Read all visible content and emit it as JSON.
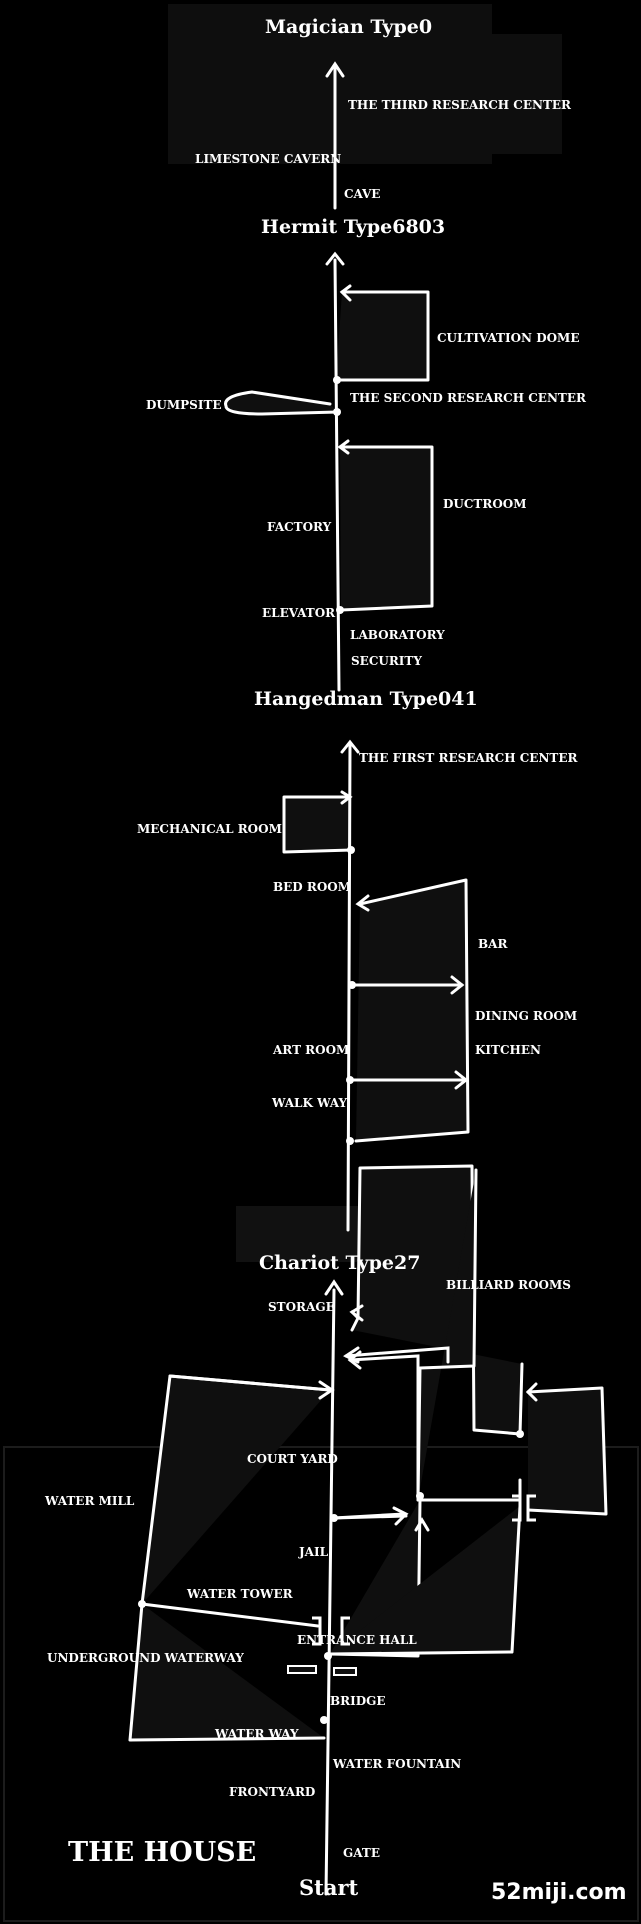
{
  "colors": {
    "background": "#000000",
    "panel": "#0e0e0e",
    "line": "#ffffff",
    "text": "#ffffff"
  },
  "bosses": {
    "magician": "Magician Type0",
    "hermit": "Hermit Type6803",
    "hangedman": "Hangedman Type041",
    "chariot": "Chariot Type27"
  },
  "areas": {
    "third_research_center": "THE THIRD RESEARCH CENTER",
    "limestone_cavern": "LIMESTONE CAVERN",
    "cave": "CAVE",
    "cultivation_dome": "CULTIVATION DOME",
    "dumpsite": "DUMPSITE",
    "second_research_center": "THE SECOND RESEARCH CENTER",
    "ductroom": "DUCTROOM",
    "factory": "FACTORY",
    "elevator": "ELEVATOR",
    "laboratory": "LABORATORY",
    "security": "SECURITY",
    "first_research_center": "THE FIRST RESEARCH CENTER",
    "mechanical_room": "MECHANICAL ROOM",
    "bed_room": "BED ROOM",
    "bar": "BAR",
    "dining_room": "DINING ROOM",
    "art_room": "ART ROOM",
    "kitchen": "KITCHEN",
    "walk_way": "WALK WAY",
    "storage": "STORAGE",
    "billiard_rooms": "BILLIARD ROOMS",
    "court_yard": "COURT YARD",
    "water_mill": "WATER MILL",
    "jail": "JAIL",
    "water_tower": "WATER TOWER",
    "entrance_hall": "ENTRANCE HALL",
    "underground_waterway": "UNDERGROUND WATERWAY",
    "bridge": "BRIDGE",
    "water_way": "WATER WAY",
    "water_fountain": "WATER FOUNTAIN",
    "frontyard": "FRONTYARD",
    "gate": "GATE"
  },
  "house_title": "THE HOUSE",
  "start_label": "Start",
  "watermark": "52miji.com"
}
